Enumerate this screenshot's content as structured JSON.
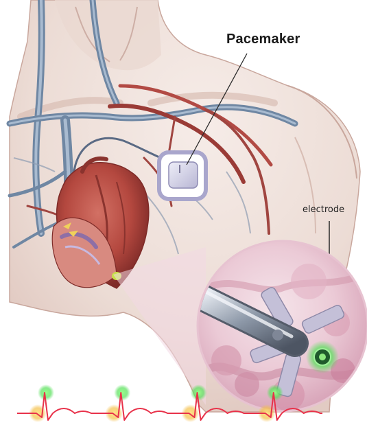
{
  "labels": {
    "pacemaker": "Pacemaker",
    "electrode": "electrode"
  },
  "colors": {
    "skin": "#efe2dc",
    "vein": "#7d93ad",
    "artery": "#b24a44",
    "heart": "#b4483f",
    "device": "#c8c6de",
    "ecg_line": "#e8324a",
    "pulse_glow_green": "#57e05a",
    "pulse_glow_yellow": "#f4c04a"
  },
  "ecg": {
    "beats": 4
  }
}
